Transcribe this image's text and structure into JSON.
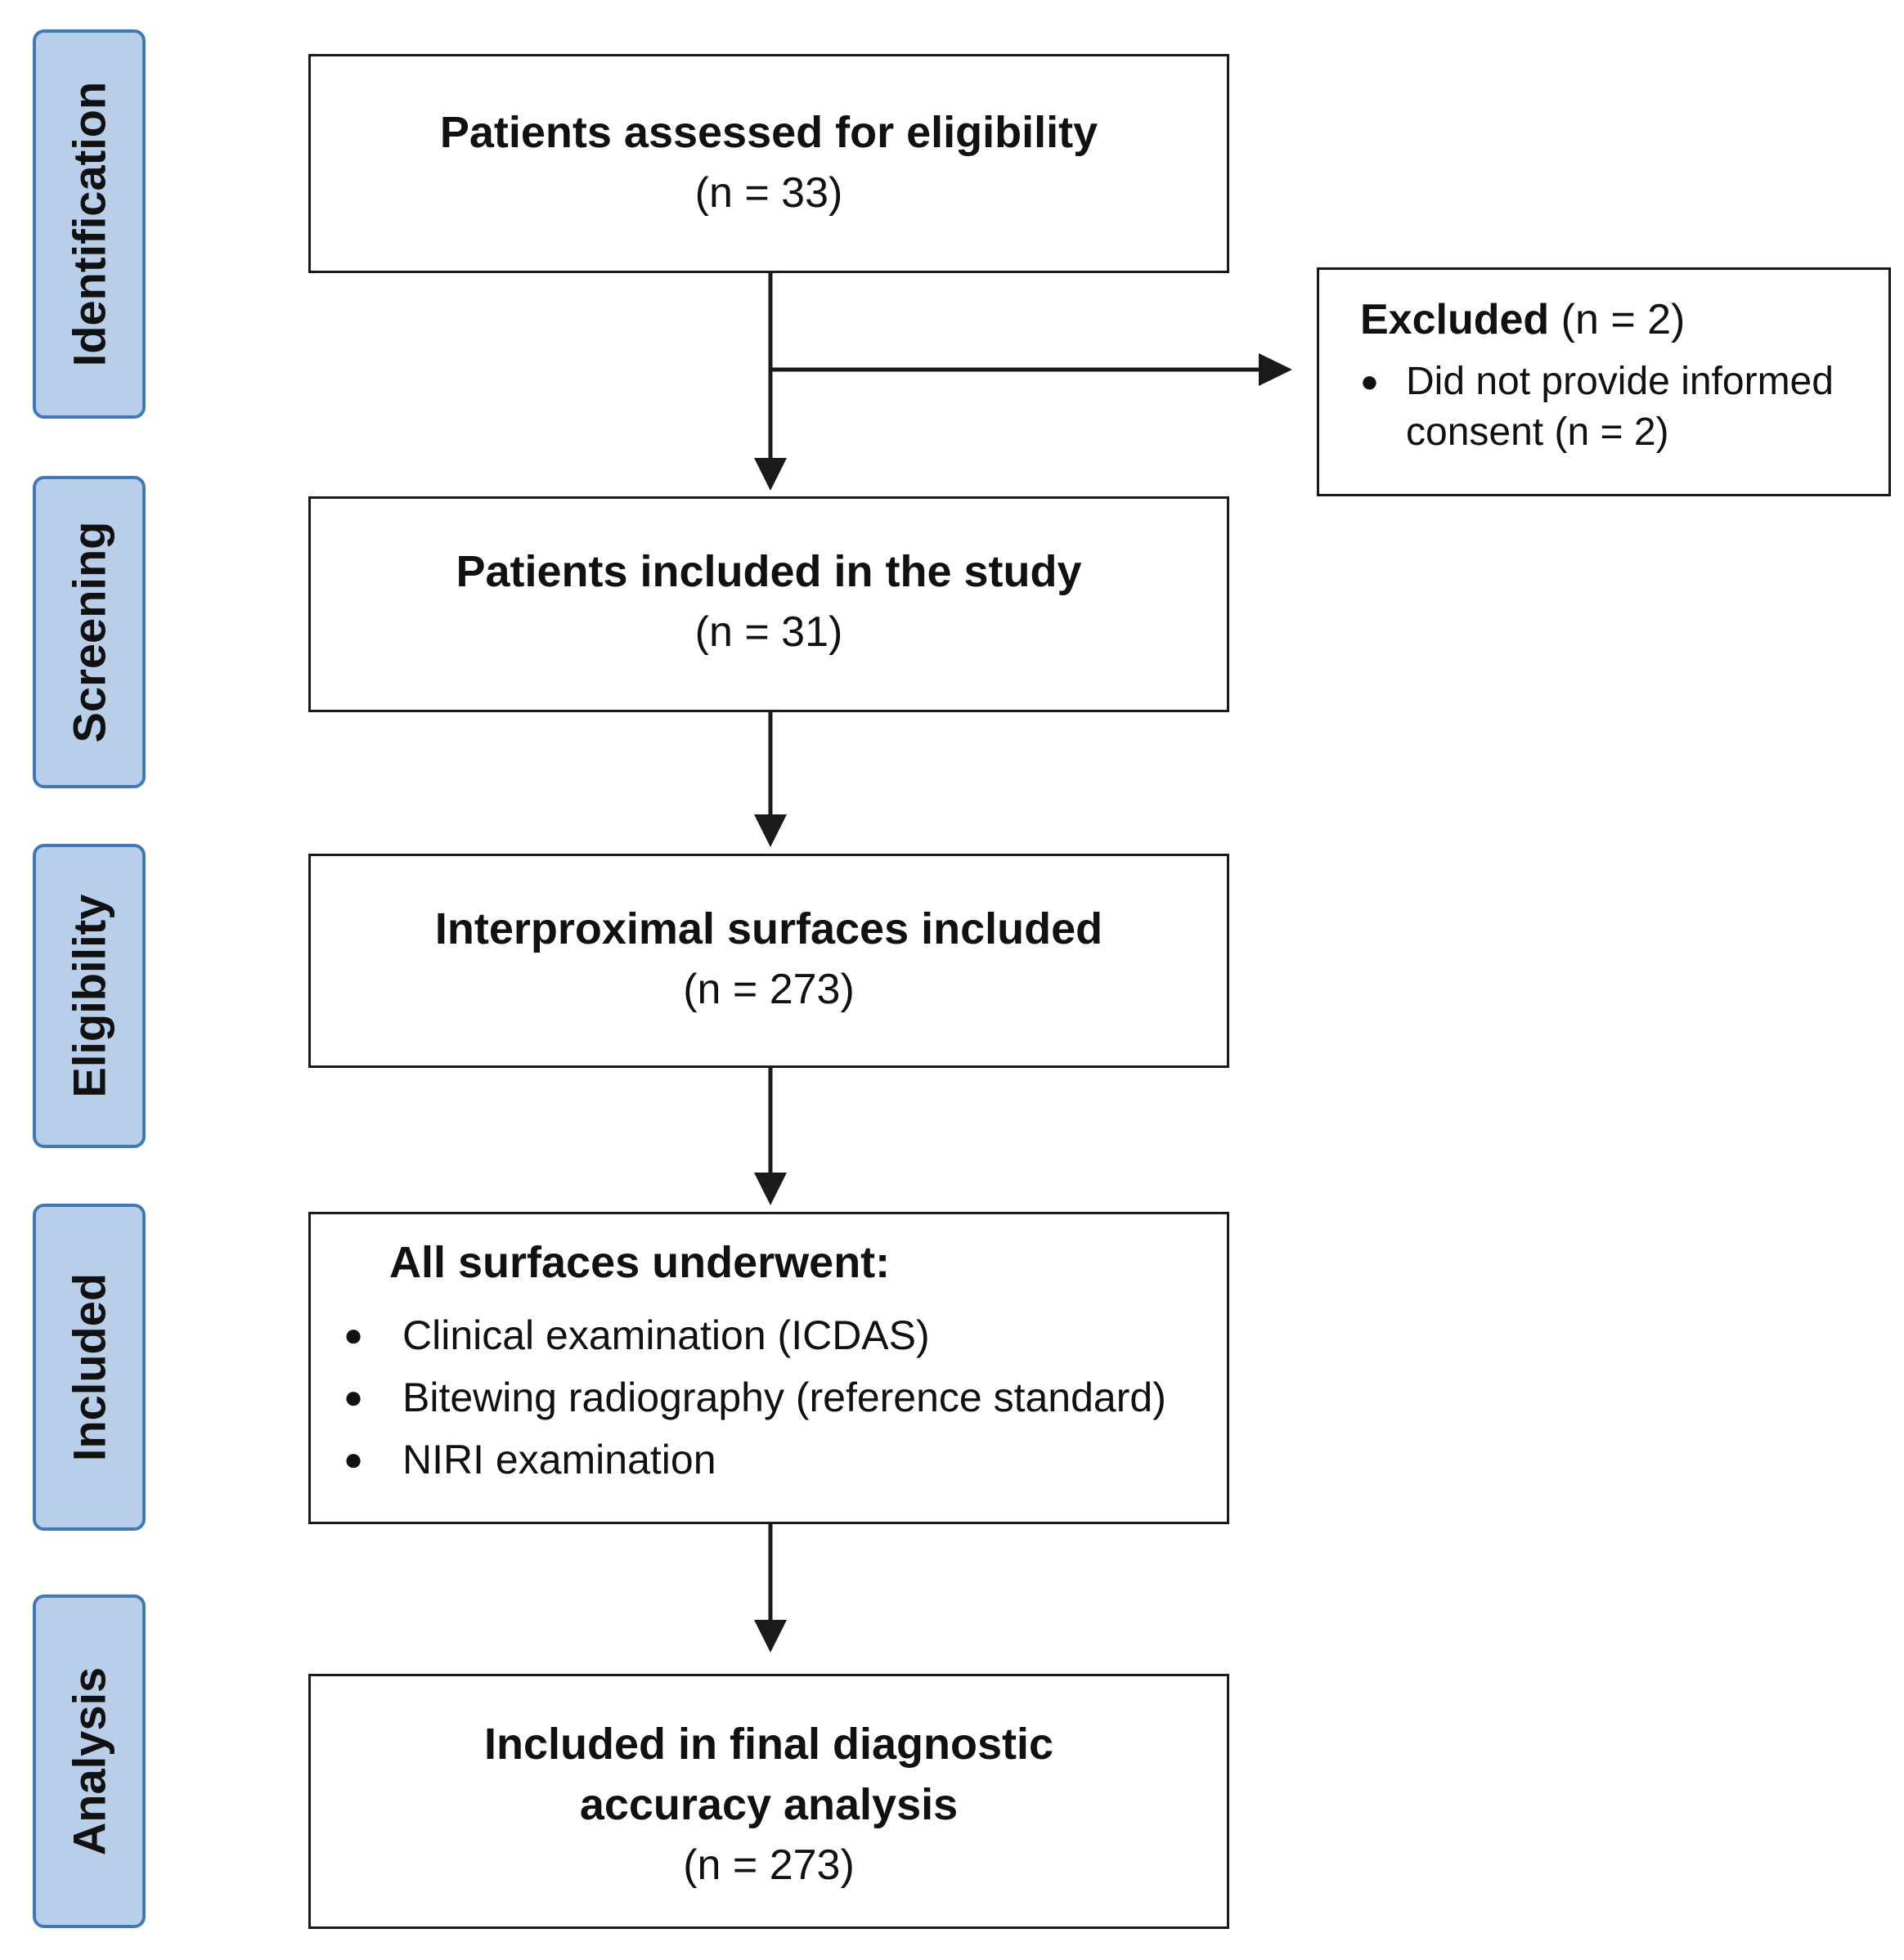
{
  "stages": [
    "Identification",
    "Screening",
    "Eligibility",
    "Included",
    "Analysis"
  ],
  "assessed": {
    "title": "Patients assessed for eligibility",
    "count": "(n = 33)"
  },
  "excluded": {
    "title": "Excluded",
    "count": "(n = 2)",
    "reason_line1": "Did not provide informed",
    "reason_line2": "consent (n = 2)"
  },
  "included_patients": {
    "title": "Patients included in the study",
    "count": "(n = 31)"
  },
  "surfaces": {
    "title": "Interproximal surfaces included",
    "count": "(n = 273)"
  },
  "procedures": {
    "title": "All surfaces underwent:",
    "items": [
      "Clinical examination (ICDAS)",
      "Bitewing radiography (reference standard)",
      "NIRI examination"
    ]
  },
  "analysis": {
    "title_line1": "Included in final diagnostic",
    "title_line2": "accuracy analysis",
    "count": "(n = 273)"
  },
  "colors": {
    "stage_fill": "#b9cfe9",
    "stage_border": "#3f79b8",
    "line": "#1a1a1a"
  }
}
